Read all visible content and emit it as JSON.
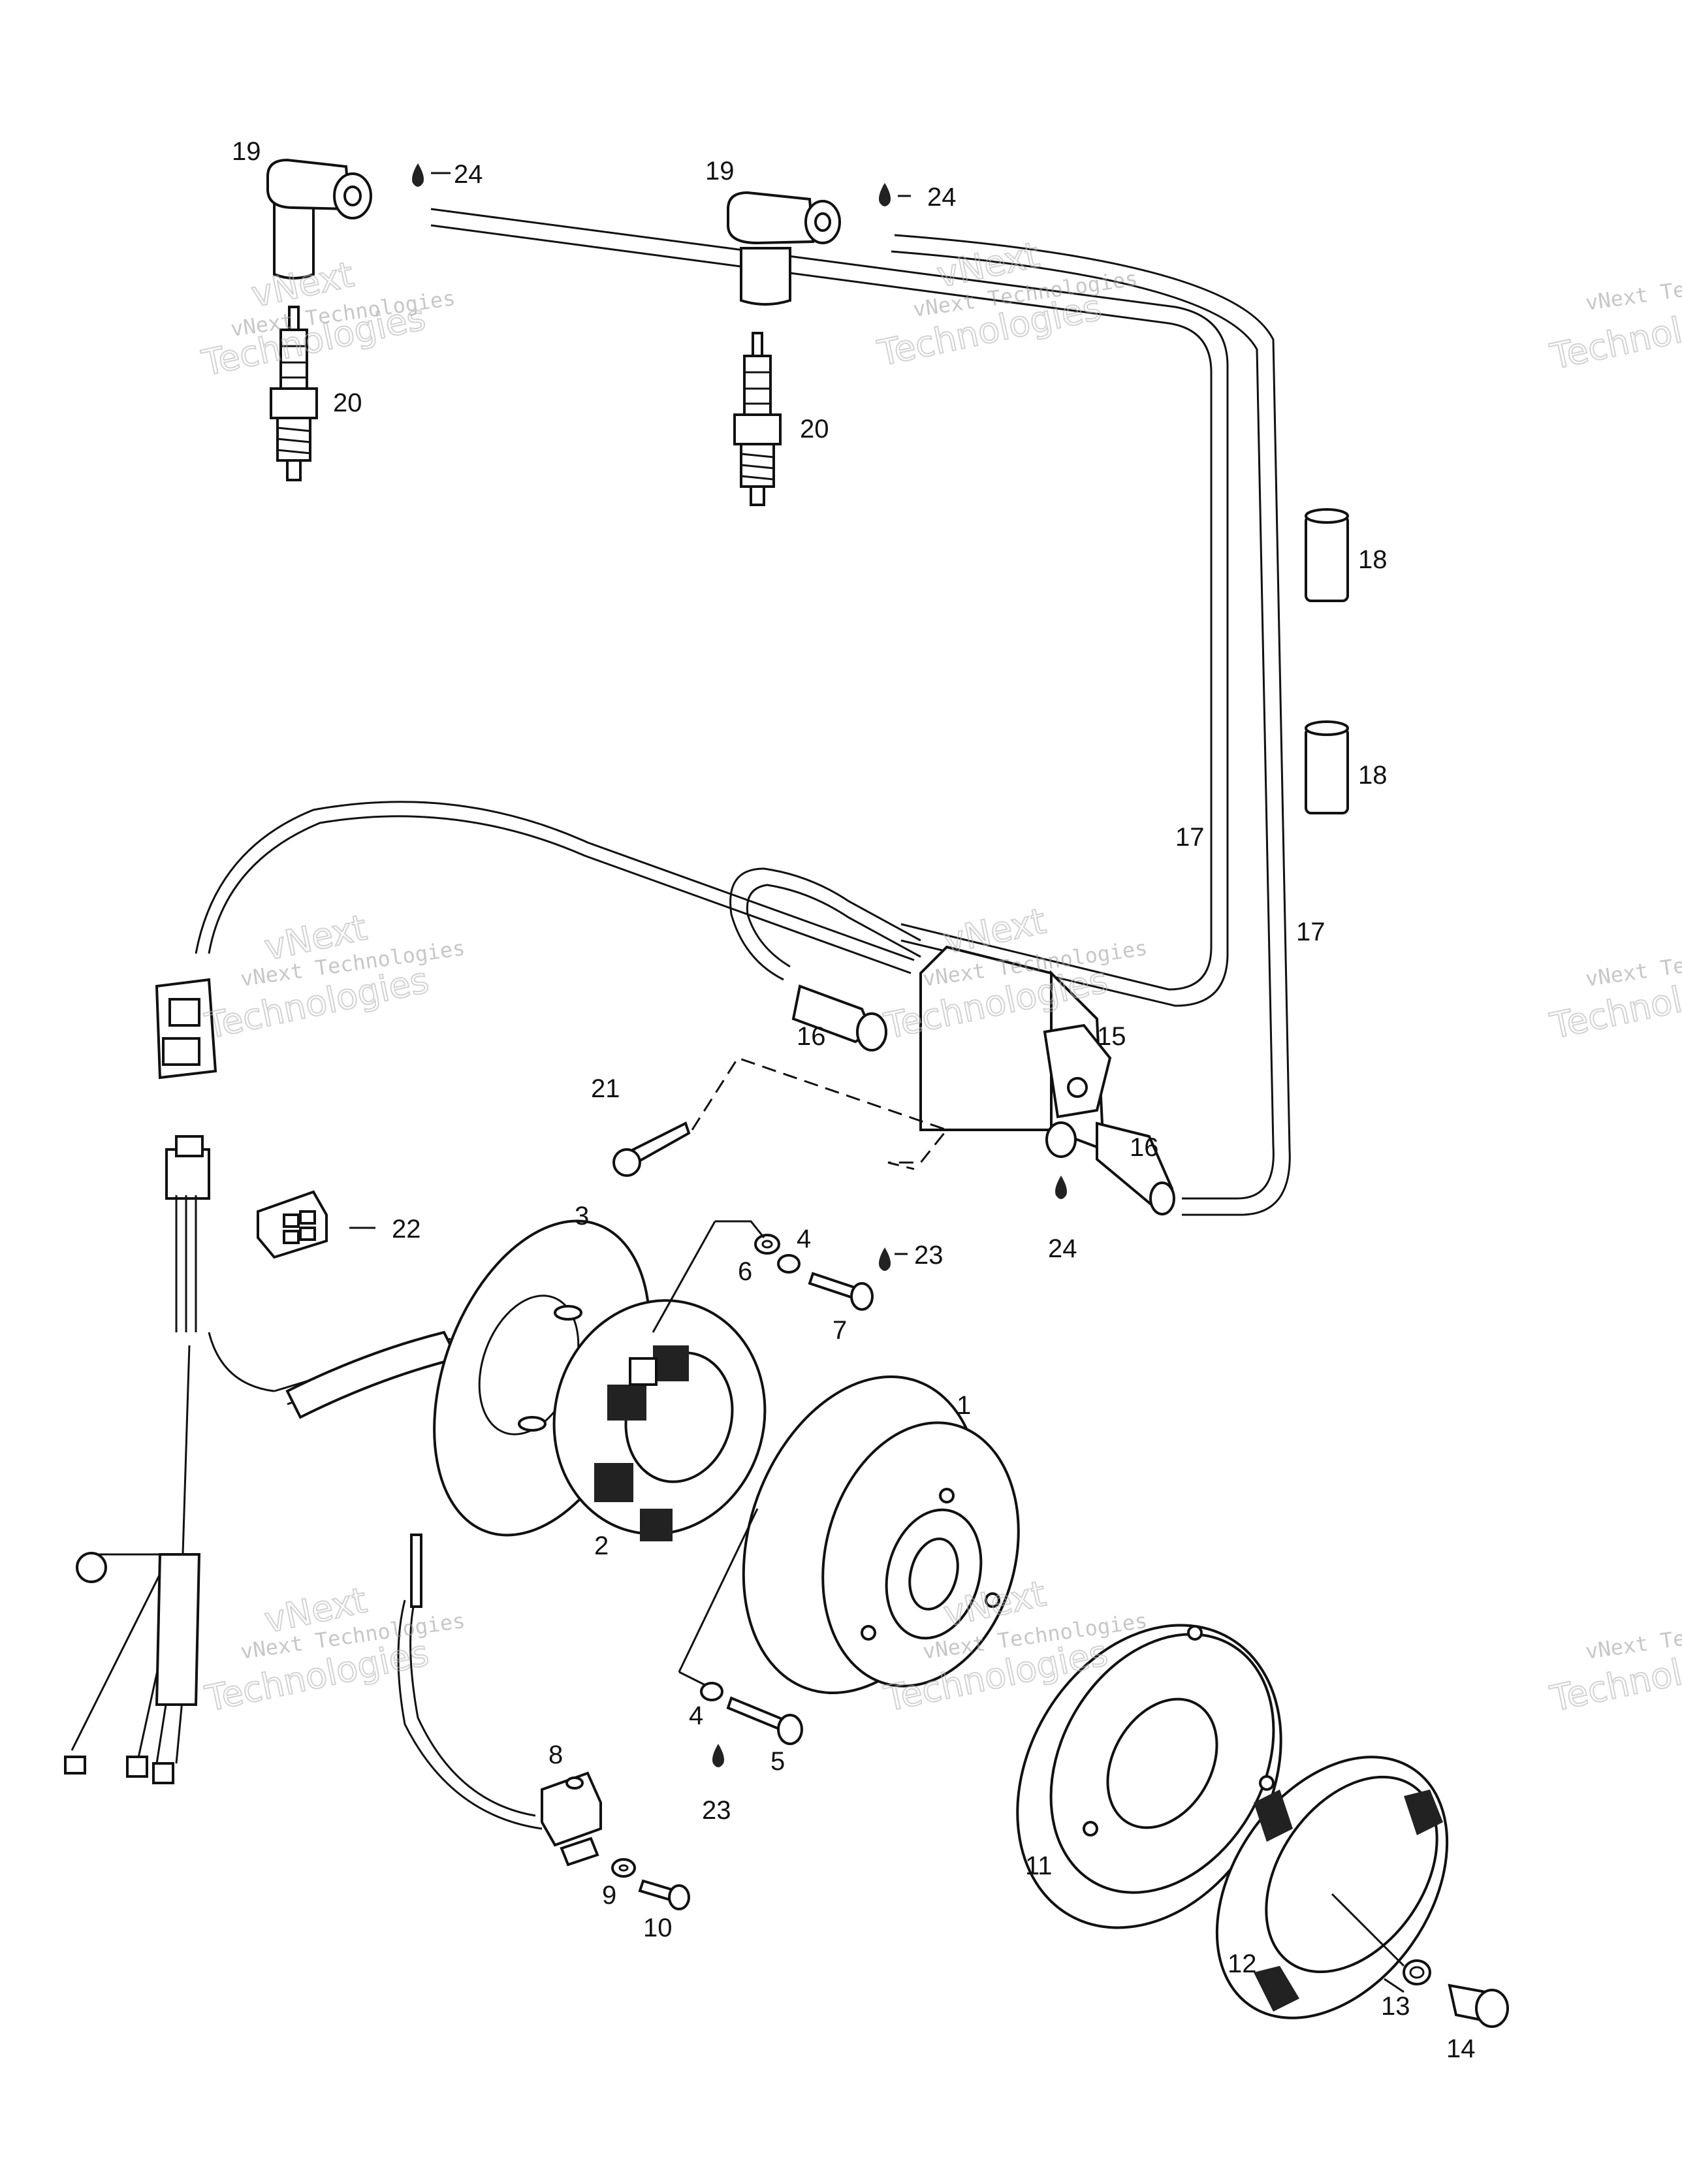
{
  "labels": {
    "p1": "1",
    "p2": "2",
    "p3": "3",
    "p4a": "4",
    "p4b": "4",
    "p5": "5",
    "p6": "6",
    "p7": "7",
    "p8": "8",
    "p9": "9",
    "p10": "10",
    "p11": "11",
    "p12": "12",
    "p13": "13",
    "p14": "14",
    "p15": "15",
    "p16a": "16",
    "p16b": "16",
    "p17a": "17",
    "p17b": "17",
    "p18a": "18",
    "p18b": "18",
    "p19a": "19",
    "p19b": "19",
    "p20a": "20",
    "p20b": "20",
    "p21": "21",
    "p22": "22",
    "p23a": "23",
    "p23b": "23",
    "p24a": "24",
    "p24b": "24",
    "p24c": "24"
  },
  "watermark": {
    "small": "vNext Technologies",
    "big_a": "vNext",
    "big_b": "Technologies"
  }
}
